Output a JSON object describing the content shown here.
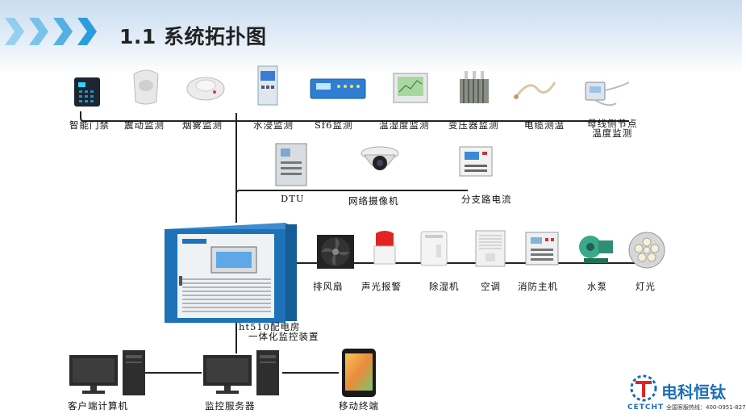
{
  "slide": {
    "title": "1.1 系统拓扑图"
  },
  "row1": [
    {
      "label": "智能门禁"
    },
    {
      "label": "震动监测"
    },
    {
      "label": "烟雾监测"
    },
    {
      "label": "水浸监测"
    },
    {
      "label": "Sf6监测"
    },
    {
      "label": "温湿度监测"
    },
    {
      "label": "变压器监测"
    },
    {
      "label": "电缆测温"
    },
    {
      "label": "母线侧节点",
      "label2": "温度监测"
    }
  ],
  "row2": [
    {
      "label": "DTU"
    },
    {
      "label": "网络摄像机"
    },
    {
      "label": "分支路电流"
    }
  ],
  "row3": [
    {
      "label": "排风扇"
    },
    {
      "label": "声光报警"
    },
    {
      "label": "除湿机"
    },
    {
      "label": "空调"
    },
    {
      "label": "消防主机"
    },
    {
      "label": "水泵"
    },
    {
      "label": "灯光"
    }
  ],
  "center": {
    "line1": "ht510配电房",
    "line2": "一体化监控装置"
  },
  "bottom": [
    {
      "label": "客户端计算机"
    },
    {
      "label": "监控服务器"
    },
    {
      "label": "移动终端"
    }
  ],
  "logo": {
    "brand": "电科恒钛",
    "mark": "CETCHT",
    "tagline": "全国客服热线：400-0951-827"
  },
  "colors": {
    "line": "#222222",
    "accent": "#1d6fb8",
    "cabinet": "#1d72b8"
  }
}
